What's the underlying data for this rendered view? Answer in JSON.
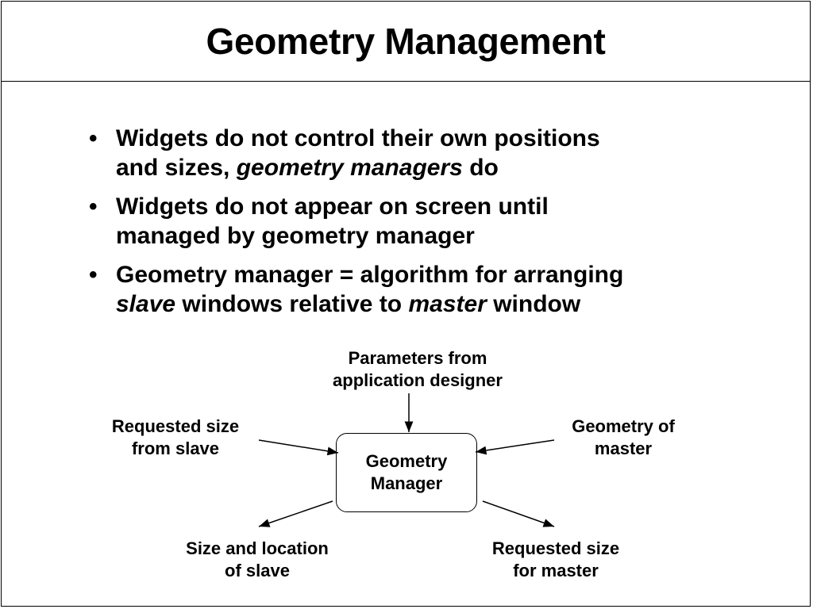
{
  "slide": {
    "title": "Geometry Management",
    "bullets": [
      {
        "marker": "•",
        "line1": "Widgets do not control their own positions",
        "line2_pre": "and sizes, ",
        "line2_em": "geometry managers",
        "line2_post": " do"
      },
      {
        "marker": "•",
        "line1": "Widgets do not appear on screen until",
        "line2": "managed by geometry manager"
      },
      {
        "marker": "•",
        "line1": "Geometry manager = algorithm for arranging",
        "line2_em1": "slave",
        "line2_mid": " windows relative to ",
        "line2_em2": "master",
        "line2_post": " window"
      }
    ]
  },
  "diagram": {
    "center": {
      "line1": "Geometry",
      "line2": "Manager"
    },
    "inputs": {
      "top": {
        "line1": "Parameters from",
        "line2": "application designer"
      },
      "left": {
        "line1": "Requested size",
        "line2": "from slave"
      },
      "right": {
        "line1": "Geometry of",
        "line2": "master"
      }
    },
    "outputs": {
      "bottom_left": {
        "line1": "Size and location",
        "line2": "of slave"
      },
      "bottom_right": {
        "line1": "Requested size",
        "line2": "for master"
      }
    }
  }
}
